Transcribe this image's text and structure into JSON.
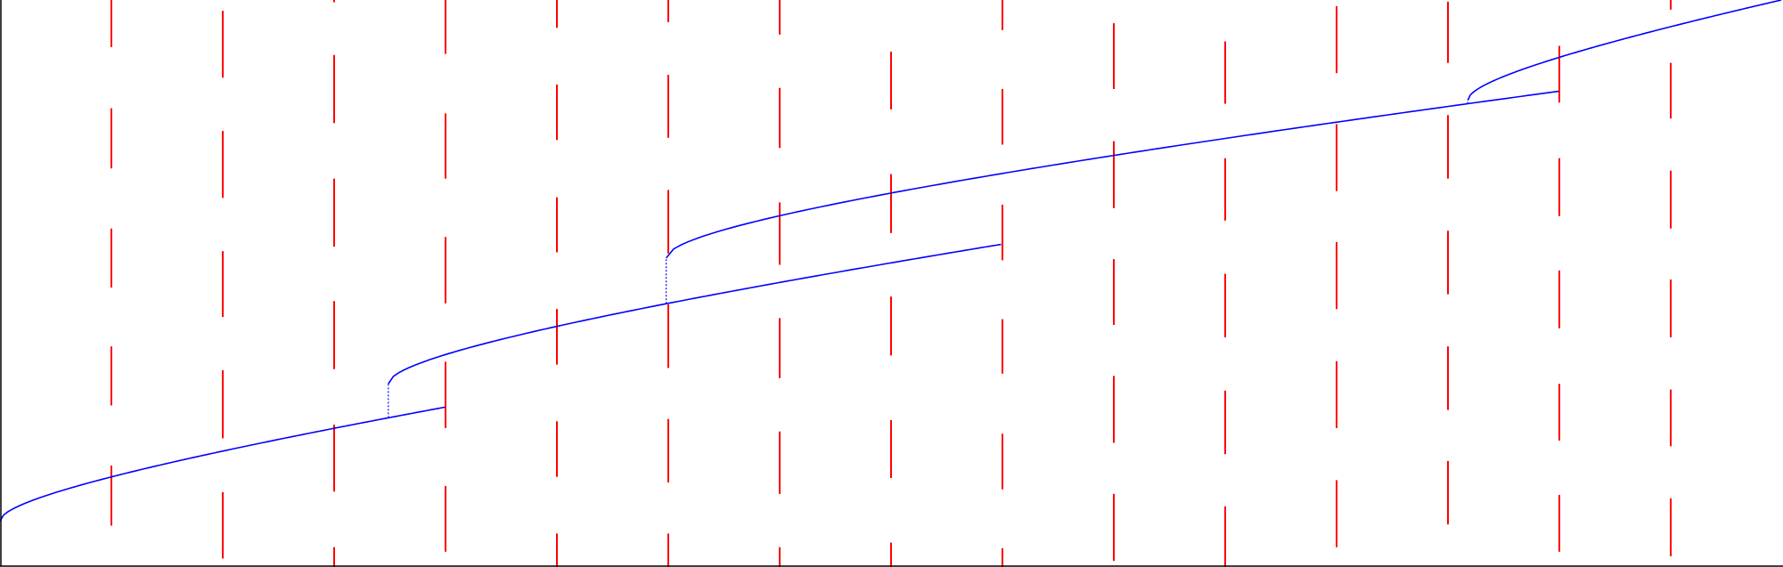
{
  "diagram": {
    "colors": {
      "background": "#ffffff",
      "frame": "#000000",
      "barrier": "#ff0000",
      "path": "#0000ff"
    },
    "barrier_columns": [
      {
        "column": 1,
        "segments": [
          [
            0.0,
            0.083
          ],
          [
            0.191,
            0.297
          ],
          [
            0.403,
            0.507
          ],
          [
            0.611,
            0.715
          ],
          [
            0.821,
            0.927
          ]
        ]
      },
      {
        "column": 2,
        "segments": [
          [
            0.019,
            0.137
          ],
          [
            0.231,
            0.349
          ],
          [
            0.443,
            0.559
          ],
          [
            0.653,
            0.773
          ],
          [
            0.868,
            0.985
          ]
        ]
      },
      {
        "column": 3,
        "segments": [
          [
            0.0,
            0.004
          ],
          [
            0.097,
            0.217
          ],
          [
            0.315,
            0.435
          ],
          [
            0.531,
            0.651
          ],
          [
            0.749,
            0.867
          ],
          [
            0.965,
            1.0
          ]
        ]
      },
      {
        "column": 4,
        "segments": [
          [
            0.0,
            0.095
          ],
          [
            0.2,
            0.315
          ],
          [
            0.418,
            0.535
          ],
          [
            0.638,
            0.755
          ],
          [
            0.857,
            0.973
          ]
        ]
      },
      {
        "column": 5,
        "segments": [
          [
            0.0,
            0.049
          ],
          [
            0.149,
            0.247
          ],
          [
            0.348,
            0.445
          ],
          [
            0.545,
            0.643
          ],
          [
            0.743,
            0.841
          ],
          [
            0.941,
            1.0
          ]
        ]
      },
      {
        "column": 6,
        "segments": [
          [
            0.0,
            0.039
          ],
          [
            0.132,
            0.243
          ],
          [
            0.335,
            0.447
          ],
          [
            0.537,
            0.649
          ],
          [
            0.739,
            0.851
          ],
          [
            0.941,
            1.0
          ]
        ]
      },
      {
        "column": 7,
        "segments": [
          [
            0.0,
            0.061
          ],
          [
            0.155,
            0.261
          ],
          [
            0.357,
            0.467
          ],
          [
            0.561,
            0.667
          ],
          [
            0.761,
            0.871
          ],
          [
            0.965,
            1.0
          ]
        ]
      },
      {
        "column": 8,
        "segments": [
          [
            0.091,
            0.193
          ],
          [
            0.307,
            0.411
          ],
          [
            0.523,
            0.627
          ],
          [
            0.741,
            0.843
          ],
          [
            0.957,
            1.0
          ]
        ]
      },
      {
        "column": 9,
        "segments": [
          [
            0.0,
            0.053
          ],
          [
            0.157,
            0.255
          ],
          [
            0.361,
            0.459
          ],
          [
            0.563,
            0.659
          ],
          [
            0.765,
            0.863
          ],
          [
            0.967,
            1.0
          ]
        ]
      },
      {
        "column": 10,
        "segments": [
          [
            0.041,
            0.157
          ],
          [
            0.249,
            0.367
          ],
          [
            0.457,
            0.573
          ],
          [
            0.663,
            0.781
          ],
          [
            0.871,
            0.989
          ]
        ]
      },
      {
        "column": 11,
        "segments": [
          [
            0.073,
            0.183
          ],
          [
            0.279,
            0.389
          ],
          [
            0.483,
            0.595
          ],
          [
            0.689,
            0.801
          ],
          [
            0.893,
            1.0
          ]
        ]
      },
      {
        "column": 12,
        "segments": [
          [
            0.011,
            0.129
          ],
          [
            0.219,
            0.337
          ],
          [
            0.427,
            0.545
          ],
          [
            0.637,
            0.755
          ],
          [
            0.847,
            0.965
          ]
        ]
      },
      {
        "column": 13,
        "segments": [
          [
            0.003,
            0.111
          ],
          [
            0.203,
            0.315
          ],
          [
            0.407,
            0.519
          ],
          [
            0.611,
            0.723
          ],
          [
            0.813,
            0.925
          ]
        ]
      },
      {
        "column": 14,
        "segments": [
          [
            0.081,
            0.181
          ],
          [
            0.279,
            0.381
          ],
          [
            0.477,
            0.579
          ],
          [
            0.677,
            0.777
          ],
          [
            0.873,
            0.973
          ]
        ]
      },
      {
        "column": 15,
        "segments": [
          [
            0.0,
            0.017
          ],
          [
            0.111,
            0.209
          ],
          [
            0.301,
            0.403
          ],
          [
            0.493,
            0.595
          ],
          [
            0.687,
            0.787
          ],
          [
            0.879,
            0.981
          ]
        ]
      }
    ],
    "paths": [
      {
        "name": "path-segment-1",
        "start": [
          0.0,
          0.919
        ],
        "end": [
          0.25,
          0.718
        ],
        "drop_x": 0.218
      },
      {
        "name": "path-segment-2",
        "start": [
          0.218,
          0.677
        ],
        "end": [
          0.562,
          0.431
        ],
        "drop_x": 0.374
      },
      {
        "name": "path-segment-3",
        "start": [
          0.374,
          0.455
        ],
        "end": [
          0.875,
          0.161
        ],
        "drop_x": 0.824
      },
      {
        "name": "path-segment-4",
        "start": [
          0.824,
          0.177
        ],
        "end": [
          1.0,
          0.0
        ],
        "drop_x": null
      }
    ]
  }
}
